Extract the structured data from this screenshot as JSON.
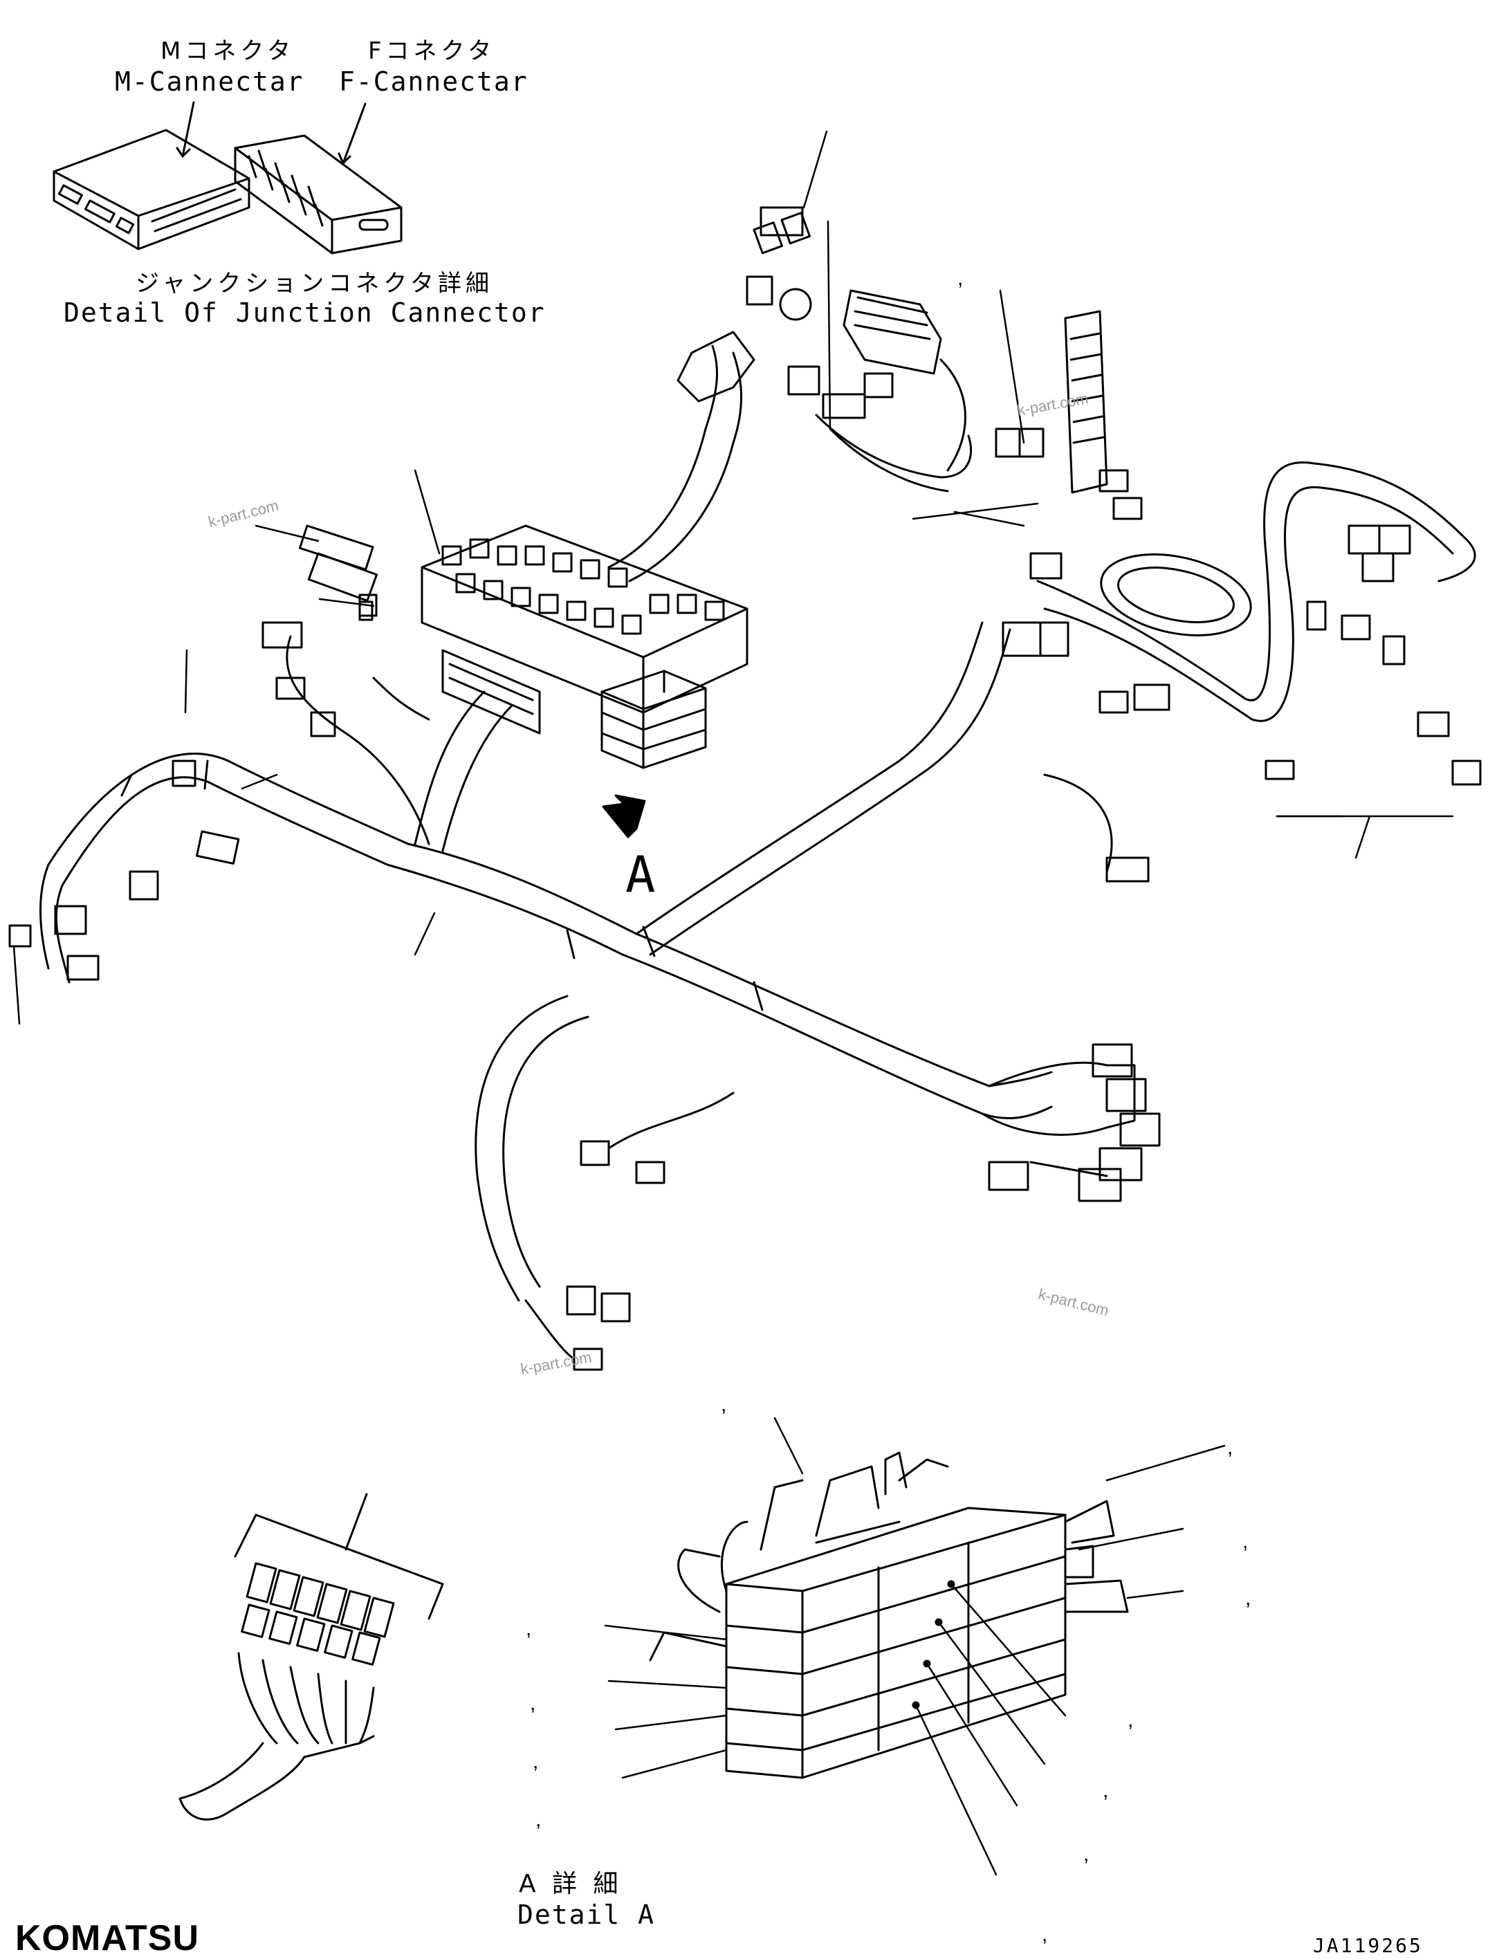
{
  "header": {
    "m_connector_jp": "Mコネクタ",
    "m_connector_en": "M-Cannectar",
    "f_connector_jp": "Fコネクタ",
    "f_connector_en": "F-Cannectar",
    "junction_detail_jp": "ジャンクションコネクタ詳細",
    "junction_detail_en": "Detail Of Junction Cannector"
  },
  "view_marker": "A",
  "detail_a": {
    "title_jp": "A 詳 細",
    "title_en": "Detail A"
  },
  "watermark": "k-part.com",
  "brand": "KOMATSU",
  "drawing_number": "JA119265",
  "colors": {
    "line": "#000000",
    "background": "#ffffff",
    "watermark": "#9a9a9a"
  }
}
